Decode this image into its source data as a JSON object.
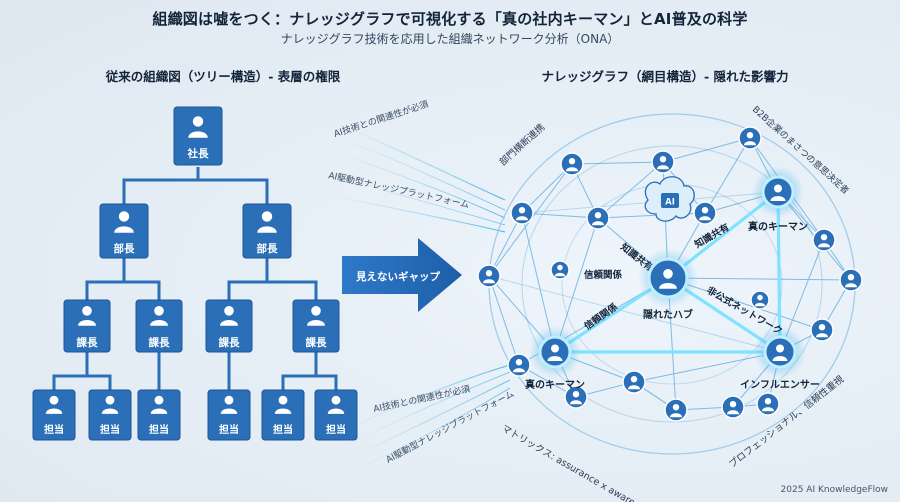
{
  "header": {
    "title": "組織図は嘘をつく：ナレッジグラフで可視化する「真の社内キーマン」とAI普及の科学",
    "subtitle": "ナレッジグラフ技術を応用した組織ネットワーク分析（ONA）"
  },
  "left_section": {
    "heading": "従来の組織図（ツリー構造）- 表層の権限",
    "ceo": "社長",
    "director": "部長",
    "manager": "課長",
    "staff": "担当"
  },
  "gap_arrow": {
    "label": "見えないギャップ"
  },
  "right_section": {
    "heading": "ナレッジグラフ（網目構造）- 隠れた影響力",
    "hub": "隠れたハブ",
    "keyman": "真のキーマン",
    "influencer": "インフルエンサー",
    "ai_badge": "AI",
    "edge_labels": {
      "knowledge_share": "知識共有",
      "trust": "信頼関係",
      "informal_network": "非公式ネットワーク"
    },
    "ring_labels": {
      "cross_department": "部門横断連携",
      "b2b": "B2B企業のまさつの意思決定者",
      "professional": "プロフェッショナル、信頼性重視",
      "matrix": "マトリックス: assurance x awareness"
    }
  },
  "streams": {
    "ai_relevance": "AI技術との関連性が必須",
    "ai_platform": "AI駆動型ナレッジプラットフォーム"
  },
  "footer": "2025 AI KnowledgeFlow"
}
